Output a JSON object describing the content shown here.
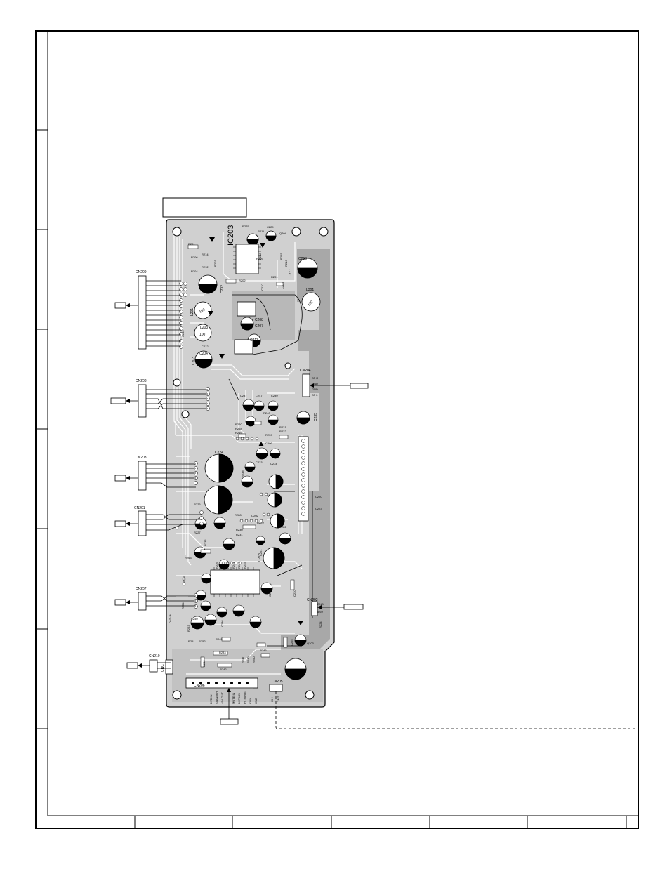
{
  "board": {
    "ic_label": "IC203",
    "connectors": [
      {
        "id": "cn209",
        "label": "CN209"
      },
      {
        "id": "cn208",
        "label": "CN208"
      },
      {
        "id": "cn203",
        "label": "CN203"
      },
      {
        "id": "cn201",
        "label": "CN201"
      },
      {
        "id": "cn207",
        "label": "CN207"
      },
      {
        "id": "cn210",
        "label": "CN210"
      },
      {
        "id": "cn204",
        "label": "CN204"
      },
      {
        "id": "cn202",
        "label": "CN202"
      },
      {
        "id": "cn205",
        "label": "CN205"
      },
      {
        "id": "cn206",
        "label": "CN206"
      }
    ],
    "cn204_pins": [
      "SP R",
      "GND",
      "GND",
      "SP L"
    ],
    "cn202_pins": [
      "GND",
      "5.6V"
    ],
    "cn210_text": "CNC",
    "dvd_in": "DVD IN",
    "cn205_pins": [
      "CH+",
      "+12V"
    ],
    "cn206_pins": [
      "DVD IN",
      "STANDBY",
      "+5V OUT",
      "MUTE IN",
      "BYPASS",
      "PS MUTE",
      "CI IN",
      "GND"
    ],
    "caps_large": [
      "C253",
      "C277",
      "C202",
      "C203",
      "C204",
      "C211",
      "C207",
      "C208",
      "C224",
      "C231",
      "C213",
      "C218",
      "C219",
      "C235"
    ],
    "coils": [
      {
        "id": "l301",
        "label": "L301",
        "marking": "100"
      },
      {
        "id": "l201",
        "label": "L201",
        "marking": "100"
      },
      {
        "id": "l203",
        "label": "L203",
        "marking": "100"
      }
    ],
    "small_labels": [
      "R225",
      "C229",
      "R211",
      "Q204",
      "D201",
      "R214",
      "R212",
      "R204",
      "R206",
      "C223",
      "C220",
      "R238",
      "Q203",
      "C225",
      "C233",
      "R248",
      "R242",
      "R232",
      "R233",
      "R239",
      "R263",
      "R224",
      "Q202",
      "C240",
      "C236",
      "C241",
      "R205",
      "C237",
      "C247",
      "C239",
      "C234",
      "C230",
      "C222",
      "C221",
      "C212",
      "C210",
      "R208",
      "R215",
      "R209",
      "R216",
      "R203",
      "R201",
      "R202",
      "C206",
      "C209",
      "C205",
      "R221",
      "R222",
      "R240",
      "R218",
      "R219",
      "R220",
      "R226",
      "R227",
      "R228",
      "R229",
      "R230",
      "R231",
      "R235",
      "R236",
      "R237",
      "R241",
      "R244",
      "R245",
      "R246",
      "R247",
      "R249",
      "R250",
      "R251",
      "R252",
      "R253",
      "R254"
    ]
  }
}
